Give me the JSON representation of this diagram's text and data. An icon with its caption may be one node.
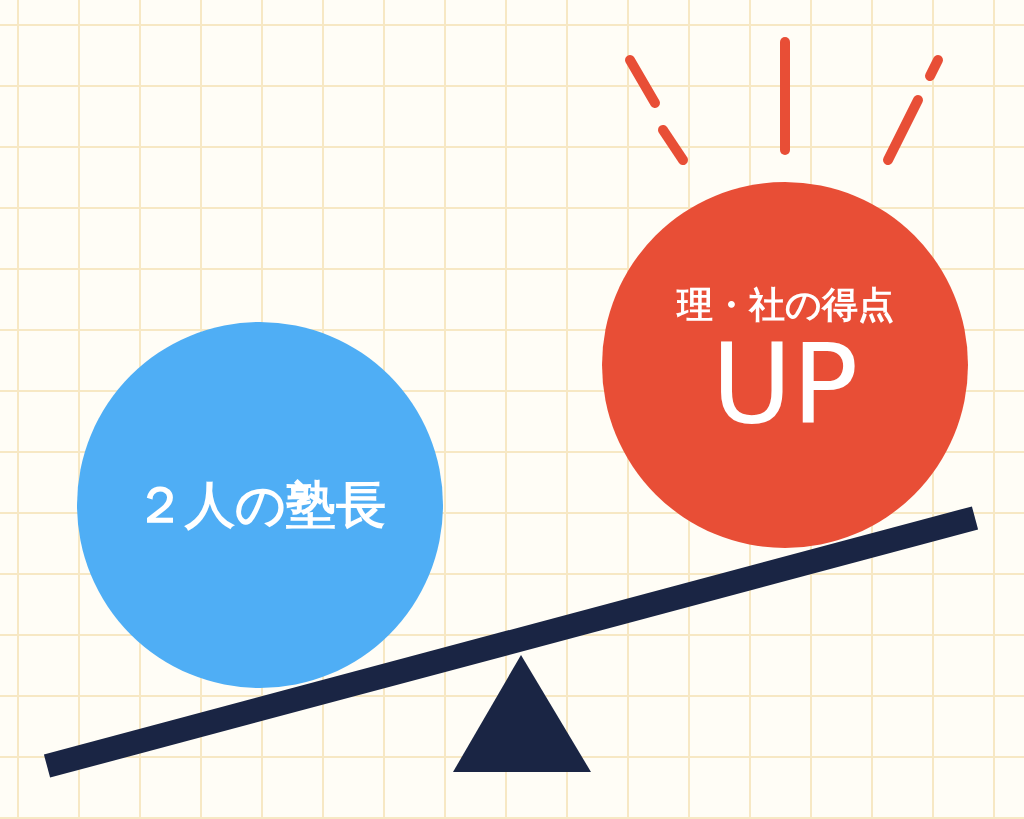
{
  "diagram": {
    "nodes": [
      {
        "text": [
          "２人の塾長"
        ]
      },
      {
        "text": [
          "理・社の得点",
          "UP"
        ]
      }
    ]
  }
}
